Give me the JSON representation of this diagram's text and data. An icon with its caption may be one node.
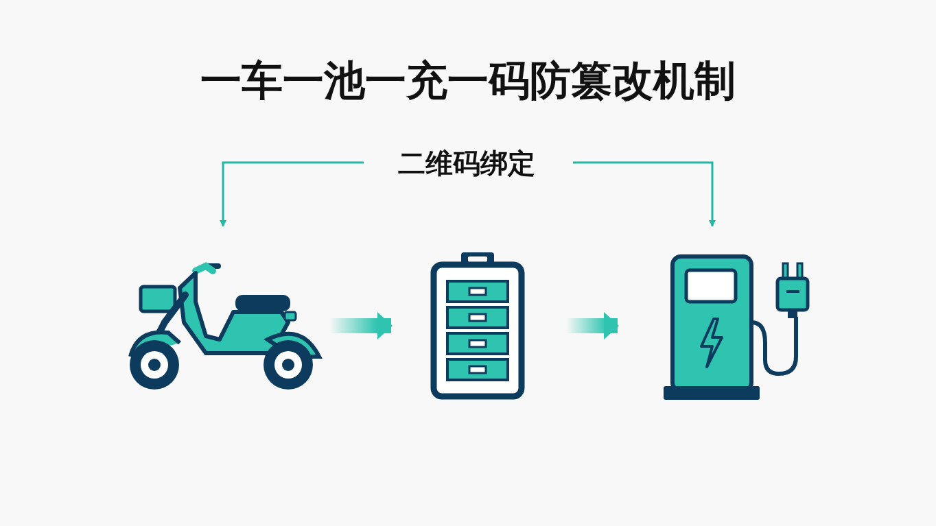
{
  "diagram": {
    "title": "一车一池一充一码防篡改机制",
    "nodes": [
      {
        "text": [
          "二维码绑定"
        ]
      },
      {
        "text": [],
        "shape": "picture"
      },
      {
        "text": [],
        "shape": "picture"
      },
      {
        "text": [],
        "shape": "picture"
      }
    ],
    "edges": [
      {
        "from": 0,
        "to": 1,
        "arrow": "to"
      },
      {
        "from": 0,
        "to": 3,
        "arrow": "to"
      },
      {
        "from": 1,
        "to": 2,
        "arrow": "to",
        "style": "thick"
      },
      {
        "from": 2,
        "to": 3,
        "arrow": "to",
        "style": "thick"
      }
    ]
  }
}
